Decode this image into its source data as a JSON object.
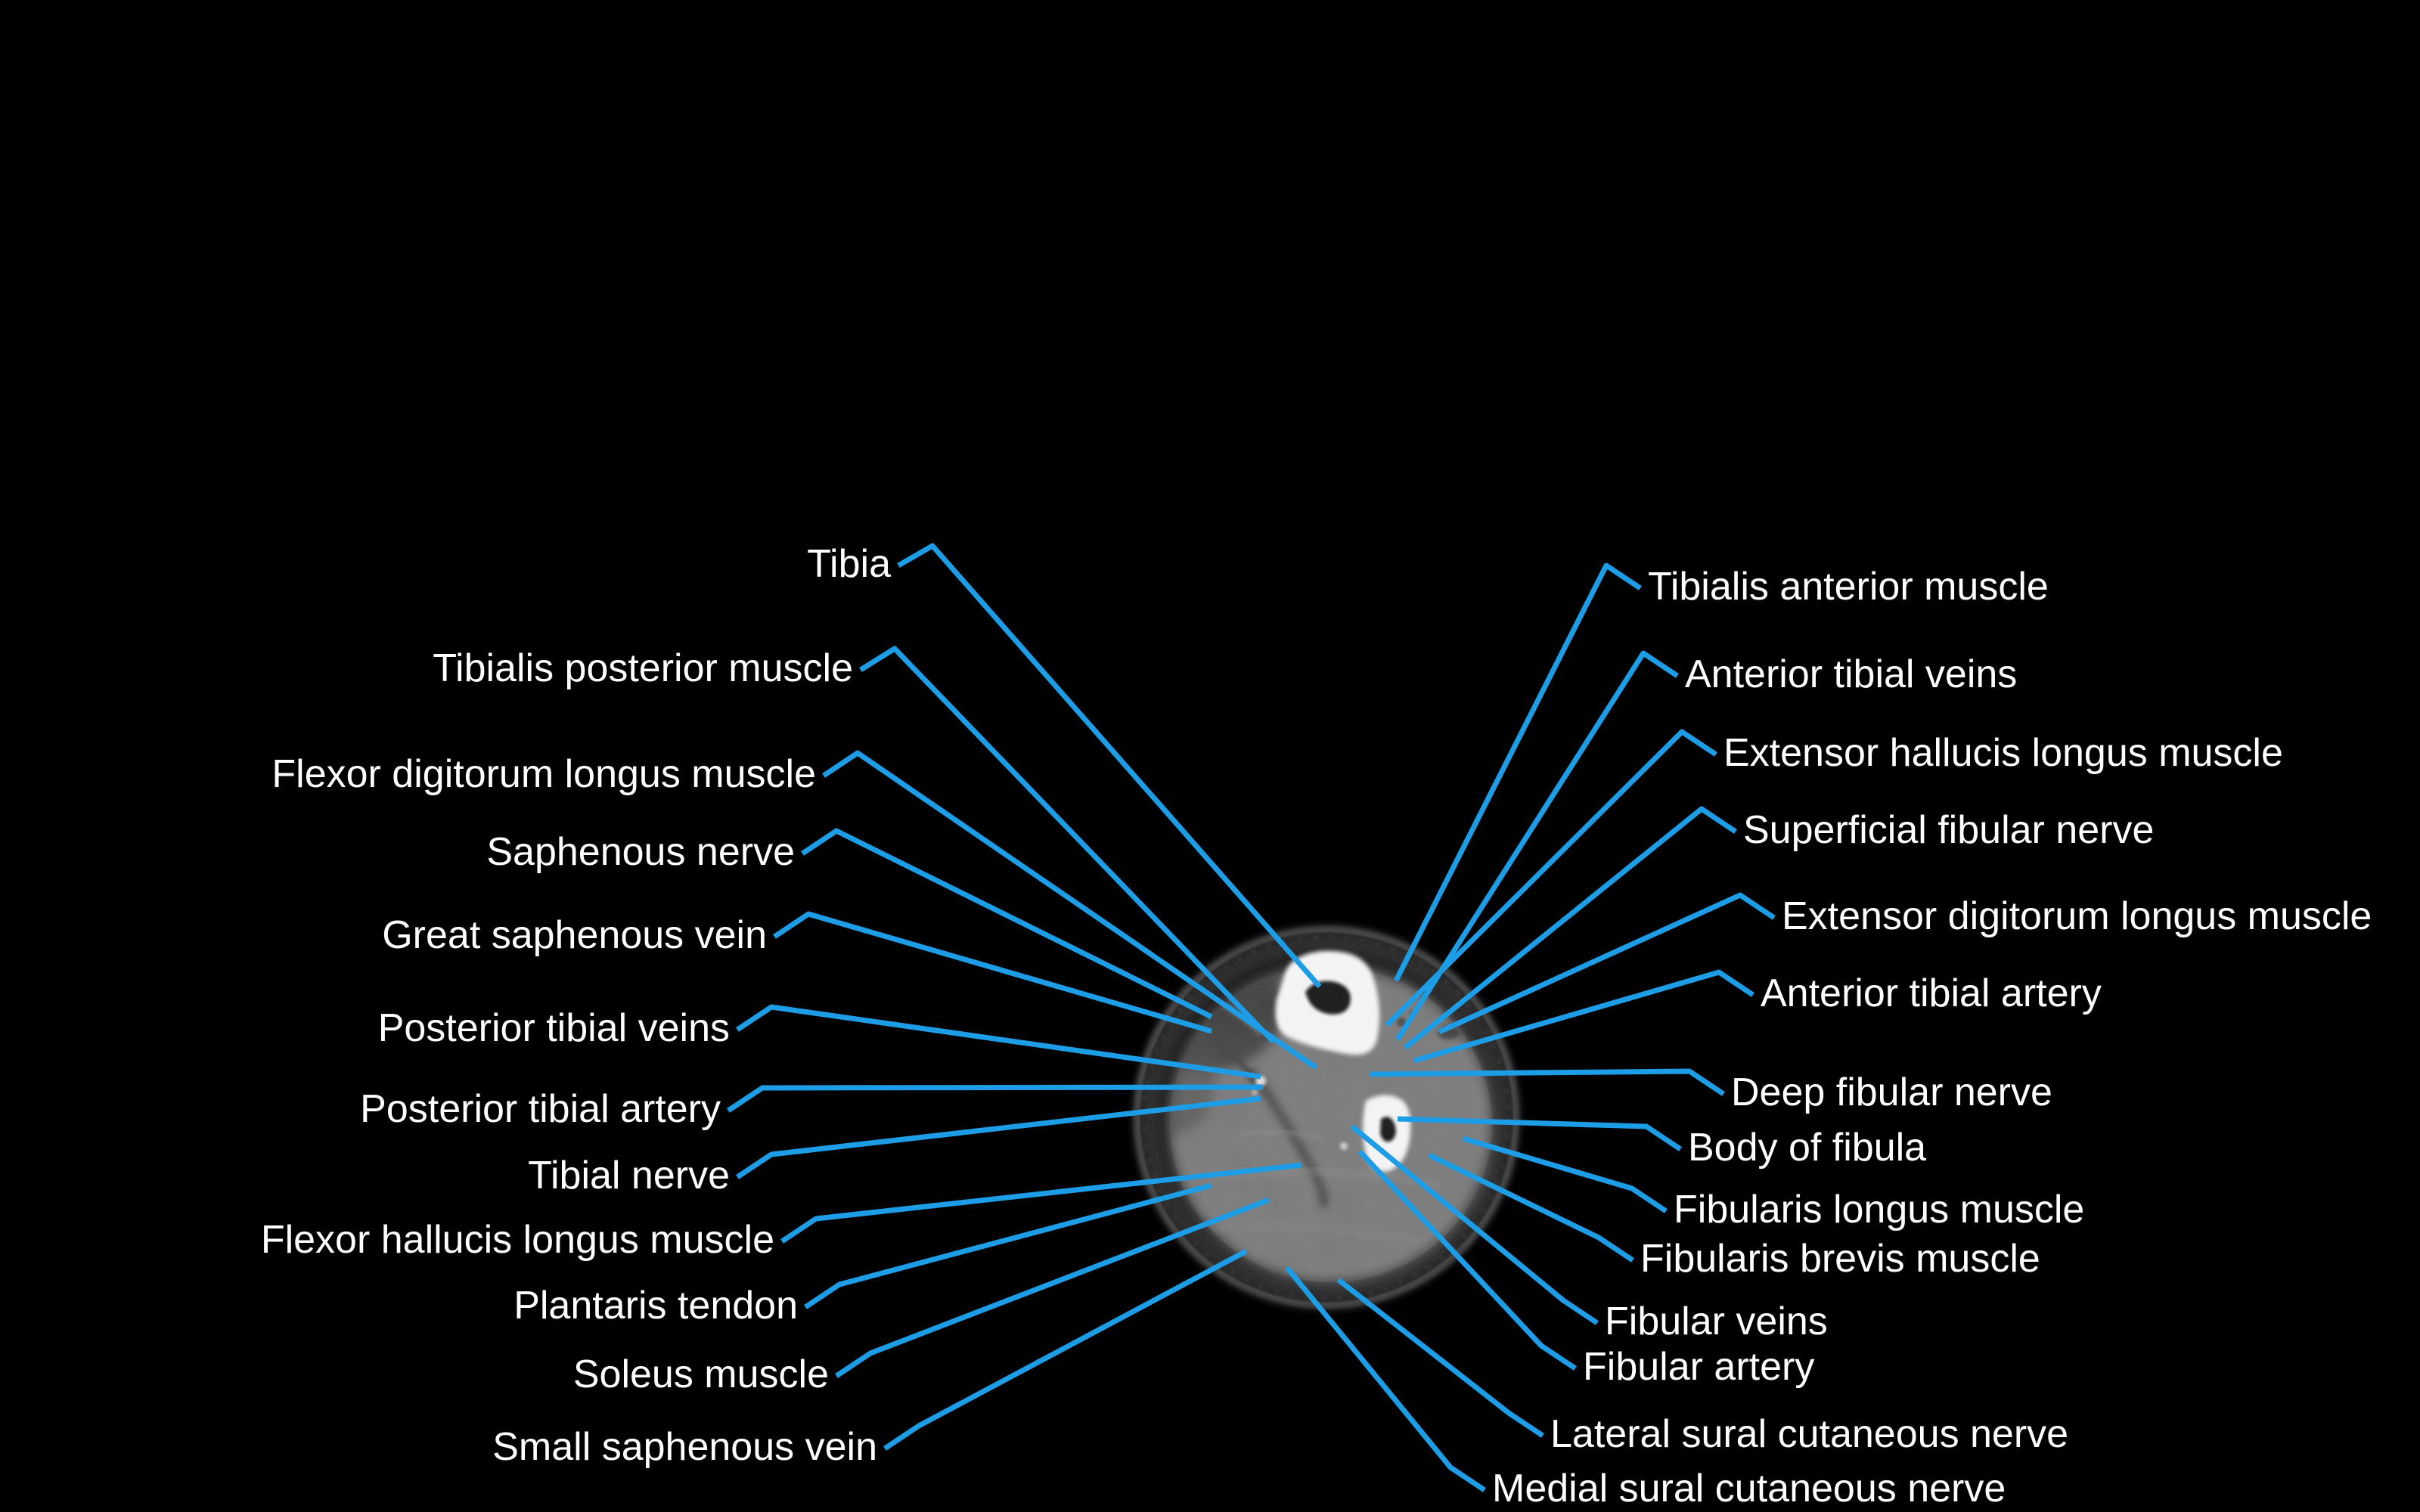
{
  "figure": {
    "kind": "Axial CT cross-section of the leg with anatomical annotations",
    "colors": {
      "background": "#000000",
      "leader_line": "#1d9de6",
      "label_text": "#ffffff",
      "bone": "#f8f8f8",
      "muscle": "#6e6e6e",
      "fat_ring": "#101010"
    }
  },
  "diagram": {
    "left_labels": [
      "Tibia",
      "Tibialis posterior muscle",
      "Flexor digitorum longus muscle",
      "Saphenous nerve",
      "Great saphenous vein",
      "Posterior tibial veins",
      "Posterior tibial artery",
      "Tibial nerve",
      "Flexor hallucis longus muscle",
      "Plantaris tendon",
      "Soleus muscle",
      "Small saphenous vein"
    ],
    "right_labels": [
      "Tibialis anterior muscle",
      "Anterior tibial veins",
      "Extensor hallucis longus muscle",
      "Superficial fibular nerve",
      "Extensor digitorum longus muscle",
      "Anterior tibial artery",
      "Deep fibular nerve",
      "Body of fibula",
      "Fibularis longus muscle",
      "Fibularis brevis muscle",
      "Fibular veins",
      "Fibular artery",
      "Lateral sural cutaneous nerve",
      "Medial sural cutaneous nerve"
    ]
  }
}
